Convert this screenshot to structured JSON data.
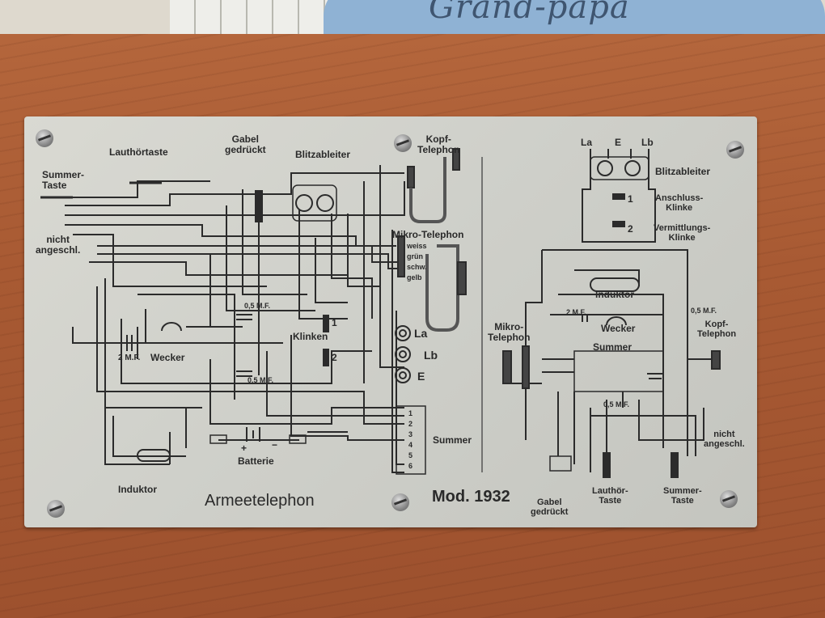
{
  "background": {
    "shirt_text": "Grand-papa"
  },
  "plate": {
    "left": {
      "title": "Armeetelephon",
      "model": "Mod. 1932",
      "lauthortaste": "Lauthörtaste",
      "gabel_gedruckt": "Gabel\ngedrückt",
      "blitzableiter": "Blitzableiter",
      "kopf_telephon": "Kopf-\nTelephon",
      "summer_taste": "Summer-\nTaste",
      "nicht_angeschl": "nicht\nangeschl.",
      "mikro_telephon": "Mikro-Telephon",
      "weiss": "weiss",
      "grun": "grün",
      "schw": "schw.",
      "gelb": "gelb",
      "cap_05_top": "0,5 M.F.",
      "cap_05_bottom": "0,5 M.F.",
      "cap_2mf": "2 M.F.",
      "wecker": "Wecker",
      "klinken": "Klinken",
      "klinke_1": "1",
      "klinke_2": "2",
      "term_la": "La",
      "term_lb": "Lb",
      "term_e": "E",
      "summer": "Summer",
      "summer_pins": [
        "1",
        "2",
        "3",
        "4",
        "5",
        "6"
      ],
      "batterie": "Batterie",
      "plus": "+",
      "minus": "−",
      "induktor": "Induktor"
    },
    "right": {
      "la": "La",
      "e": "E",
      "lb": "Lb",
      "blitzableiter": "Blitzableiter",
      "anschluss_klinke": "Anschluss-\nKlinke",
      "vermittlungs_klinke": "Vermittlungs-\nKlinke",
      "klinke_1": "1",
      "klinke_2": "2",
      "induktor": "Induktor",
      "cap_2mf": "2 M.F.",
      "wecker": "Wecker",
      "cap_05_right": "0,5 M.F.",
      "kopf_telephon": "Kopf-\nTelephon",
      "mikro_telephon": "Mikro-\nTelephon",
      "summer": "Summer",
      "cap_05_bottom": "0,5 M.F.",
      "nicht_angeschl": "nicht\nangeschl.",
      "gabel_gedruckt": "Gabel\ngedrückt",
      "lauthor_taste": "Lauthör-\nTaste",
      "summer_taste": "Summer-\nTaste"
    }
  }
}
